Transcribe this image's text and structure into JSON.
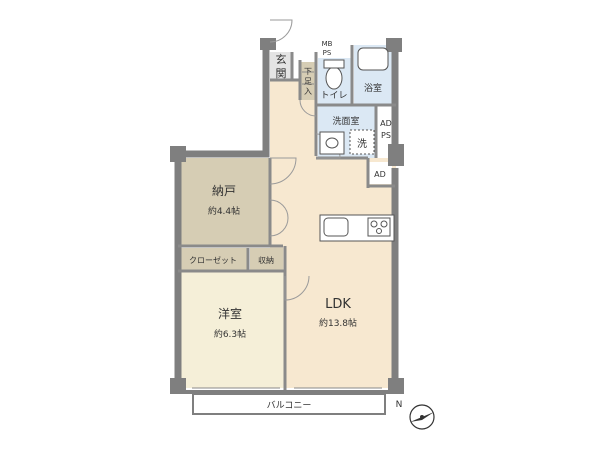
{
  "rooms": {
    "storage": {
      "name": "納戸",
      "area": "約4.4帖"
    },
    "western": {
      "name": "洋室",
      "area": "約6.3帖"
    },
    "ldk": {
      "name": "LDK",
      "area": "約13.8帖"
    }
  },
  "labels": {
    "entrance_1": "玄",
    "entrance_2": "関",
    "shoe_1": "下",
    "shoe_2": "足",
    "shoe_3": "入",
    "mb": "MB",
    "ps_top": "PS",
    "toilet": "トイレ",
    "bath": "浴室",
    "washroom": "洗面室",
    "washer": "洗",
    "ad_right_1": "AD",
    "ad_right_2": "PS",
    "ad_small": "AD",
    "closet": "クローゼット",
    "storage_small": "収納",
    "balcony": "バルコニー",
    "compass": "N"
  },
  "colors": {
    "wall": "#7f7f7f",
    "storage_floor": "#d6cdb4",
    "western_floor": "#f5efd8",
    "ldk_floor": "#f7e8d0",
    "wet_floor": "#dbe8f4",
    "entry_floor": "#e4e4e4"
  }
}
